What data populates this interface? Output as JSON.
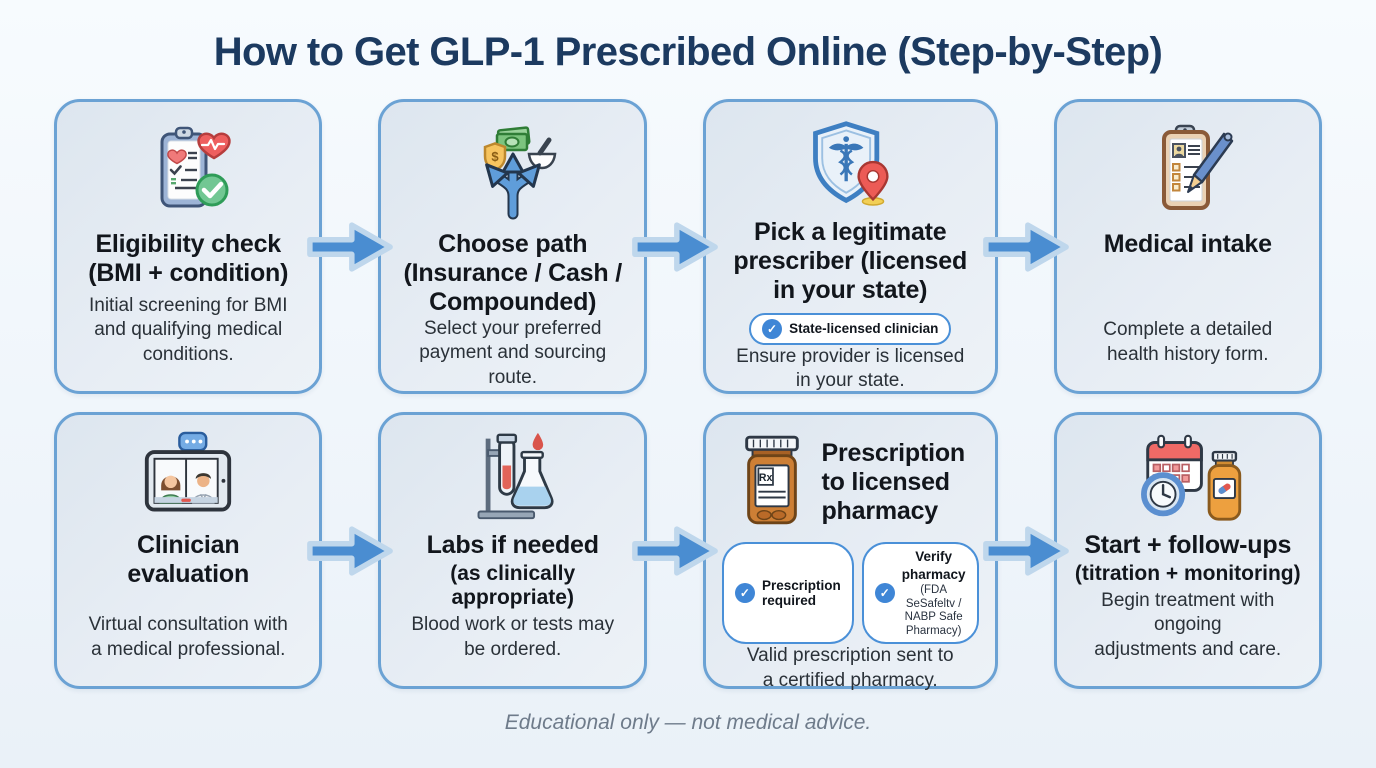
{
  "page": {
    "title": "How to Get GLP-1 Prescribed Online (Step-by-Step)",
    "footer": "Educational only — not medical advice."
  },
  "colors": {
    "page_background": "#f3f8fc",
    "card_background": "#e3ebf3",
    "card_border": "#6ba2d4",
    "title_text": "#1c3a60",
    "card_text": "#12161c",
    "arrow_fill": "#4a8dd1",
    "badge_border": "#4a90d8",
    "badge_check_fill": "#3f86d6",
    "footer_text": "#6e7b8a"
  },
  "glyphs": {
    "dollar": "$",
    "rx": "Rx",
    "check": "✓"
  },
  "cards": [
    {
      "icon": "clipboard-heart-check-icon",
      "title": "Eligibility check\n(BMI + condition)",
      "body": "Initial screening for BMI\nand qualifying medical\nconditions."
    },
    {
      "icon": "branching-path-money-icon",
      "title": "Choose path\n(Insurance / Cash /\nCompounded)",
      "body": "Select your preferred\npayment and sourcing route."
    },
    {
      "icon": "shield-caduceus-pin-icon",
      "title": "Pick a legitimate\nprescriber (licensed\nin your state)",
      "badge": {
        "label": "State-licensed clinician"
      },
      "body": "Ensure provider is licensed\nin your state."
    },
    {
      "icon": "clipboard-pen-icon",
      "title": "Medical intake",
      "body": "Complete a detailed\nhealth history form."
    },
    {
      "icon": "telehealth-tablet-icon",
      "title": "Clinician evaluation",
      "body": "Virtual consultation with\na medical professional."
    },
    {
      "icon": "lab-tests-icon",
      "title": "Labs if needed",
      "subtitle": "(as clinically\nappropriate)",
      "body": "Blood work or tests may\nbe ordered."
    },
    {
      "icon": "rx-bottle-icon",
      "title": "Prescription\nto licensed\npharmacy",
      "badges": [
        {
          "label": "Prescription\nrequired"
        },
        {
          "label": "Verify pharmacy",
          "sub": "(FDA SeSafeltv /\nNABP Safe Pharmacy)"
        }
      ],
      "body": "Valid prescription sent to\na certified pharmacy."
    },
    {
      "icon": "calendar-clock-bottle-icon",
      "title": "Start + follow-ups",
      "subtitle": "(titration + monitoring)",
      "body": "Begin treatment with ongoing\nadjustments and care."
    }
  ]
}
